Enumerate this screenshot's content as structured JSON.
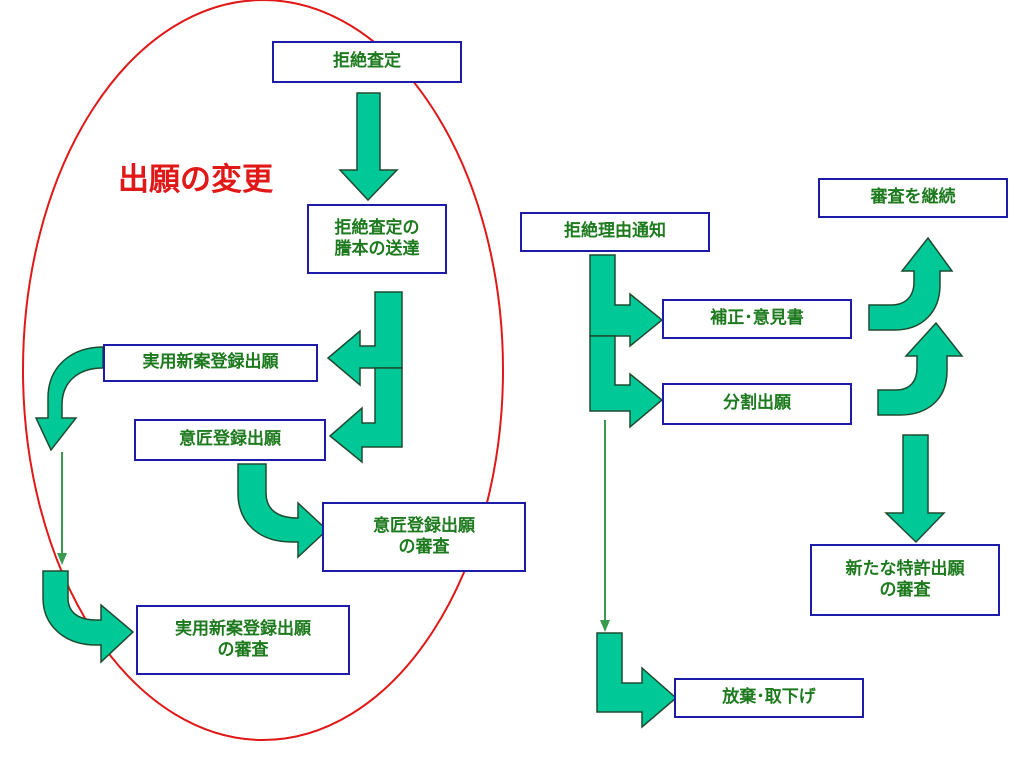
{
  "heading": "出願の変更",
  "colors": {
    "arrow_fill": "#00c896",
    "arrow_stroke": "#1f4a30",
    "box_border": "#1c1ca8",
    "box_text": "#1e7a1e",
    "ellipse": "#e01818",
    "thin_arrow": "#3a9a50"
  },
  "nodes": {
    "refusal_decision": "拒絶査定",
    "certified_copy_delivery": "拒絶査定の\n謄本の送達",
    "utility_model_application": "実用新案登録出願",
    "design_application": "意匠登録出願",
    "design_examination": "意匠登録出願\nの審査",
    "utility_model_examination": "実用新案登録出願\nの審査",
    "notice_of_refusal": "拒絶理由通知",
    "amendment_opinion": "補正･意見書",
    "divisional_application": "分割出願",
    "continue_examination": "審査を継続",
    "new_patent_examination": "新たな特許出願\nの審査",
    "abandon_withdraw": "放棄･取下げ"
  }
}
